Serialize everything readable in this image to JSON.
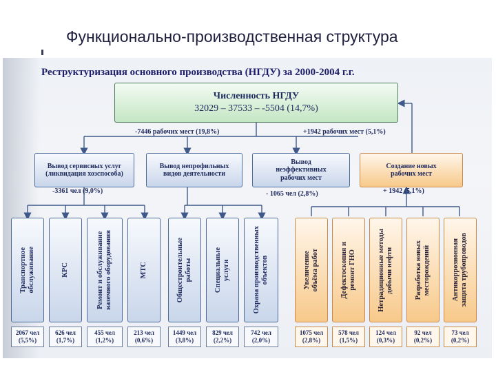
{
  "slide": {
    "title": "Функционально-производственная структура"
  },
  "diagram": {
    "subtitle": "Реструктуризация основного производства (НГДУ) за 2000-2004 г.г.",
    "top": {
      "line1": "Численность НГДУ",
      "line2": "32029 – 37533 – -5504 (14,7%)"
    },
    "left_change": "-7446 рабочих мест (19,8%)",
    "right_change": "+1942 рабочих мест (5,1%)",
    "mid": [
      {
        "lines": [
          "Вывод сервисных услуг",
          "(ликвидация хозспособа)"
        ],
        "stat": "-3361 чел (9,0%)"
      },
      {
        "lines": [
          "Вывод непрофильных",
          "видов деятельности"
        ],
        "stat": ""
      },
      {
        "lines": [
          "Вывод",
          "неэффективных",
          "рабочих мест"
        ],
        "stat": "- 1065 чел (2,8%)"
      },
      {
        "lines": [
          "Создание новых",
          "рабочих мест"
        ],
        "stat": "+ 1942 (5,1%)"
      }
    ],
    "columns": [
      {
        "lines": [
          "Транспортное",
          "обслуживание"
        ],
        "count": [
          "2067 чел",
          "(5,5%)"
        ]
      },
      {
        "lines": [
          "КРС"
        ],
        "count": [
          "626 чел",
          "(1,7%)"
        ]
      },
      {
        "lines": [
          "Ремонт и обслуживание",
          "наземного оборудования"
        ],
        "count": [
          "455 чел",
          "(1,2%)"
        ]
      },
      {
        "lines": [
          "МТС"
        ],
        "count": [
          "213 чел",
          "(0,6%)"
        ]
      },
      {
        "lines": [
          "Общестроительные",
          "работы"
        ],
        "count": [
          "1449 чел",
          "(3,8%)"
        ]
      },
      {
        "lines": [
          "Специальные",
          "услуги"
        ],
        "count": [
          "829 чел",
          "(2,2%)"
        ]
      },
      {
        "lines": [
          "Охрана производственных",
          "объектов"
        ],
        "count": [
          "742 чел",
          "(2,0%)"
        ]
      },
      {
        "lines": [
          "Увеличение",
          "объёма работ"
        ],
        "count": [
          "1075 чел",
          "(2,8%)"
        ]
      },
      {
        "lines": [
          "Дефектоскопия и",
          "ремонт ГНО"
        ],
        "count": [
          "578 чел",
          "(1,5%)"
        ]
      },
      {
        "lines": [
          "Нетрадиционные методы",
          "добычи нефти"
        ],
        "count": [
          "124 чел",
          "(0,3%)"
        ]
      },
      {
        "lines": [
          "Разработка новых",
          "месторождений"
        ],
        "count": [
          "92 чел",
          "(0,2%)"
        ]
      },
      {
        "lines": [
          "Антикоррозионная",
          "защита трубопроводов"
        ],
        "count": [
          "73 чел",
          "(0,2%)"
        ]
      }
    ]
  }
}
